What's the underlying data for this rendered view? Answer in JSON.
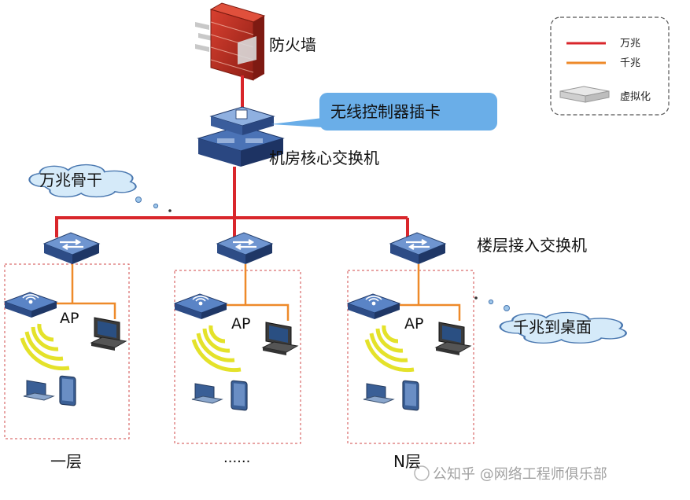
{
  "labels": {
    "firewall": "防火墙",
    "wireless_card": "无线控制器插卡",
    "core_switch": "机房核心交换机",
    "backbone_cloud": "万兆骨干",
    "access_switch": "楼层接入交换机",
    "desktop_cloud": "千兆到桌面",
    "ap": "AP",
    "floor_1": "一层",
    "floor_mid": "......",
    "floor_n": "N层",
    "watermark": "公知乎 @网络工程师俱乐部"
  },
  "legend": {
    "items": [
      {
        "label": "万兆",
        "color": "#d9262b",
        "kind": "line"
      },
      {
        "label": "千兆",
        "color": "#ee8a2a",
        "kind": "line"
      },
      {
        "label": "虚拟化",
        "kind": "device"
      }
    ]
  },
  "colors": {
    "ten_gig": "#d9262b",
    "gig": "#ee8a2a",
    "device_blue": "#2f4f8f",
    "callout_blue": "#6aaee8",
    "cloud_fill": "#d5eaf9",
    "cloud_stroke": "#4a78b0",
    "floor_border": "#d04a4a",
    "wifi_yellow": "#e8e62a"
  }
}
